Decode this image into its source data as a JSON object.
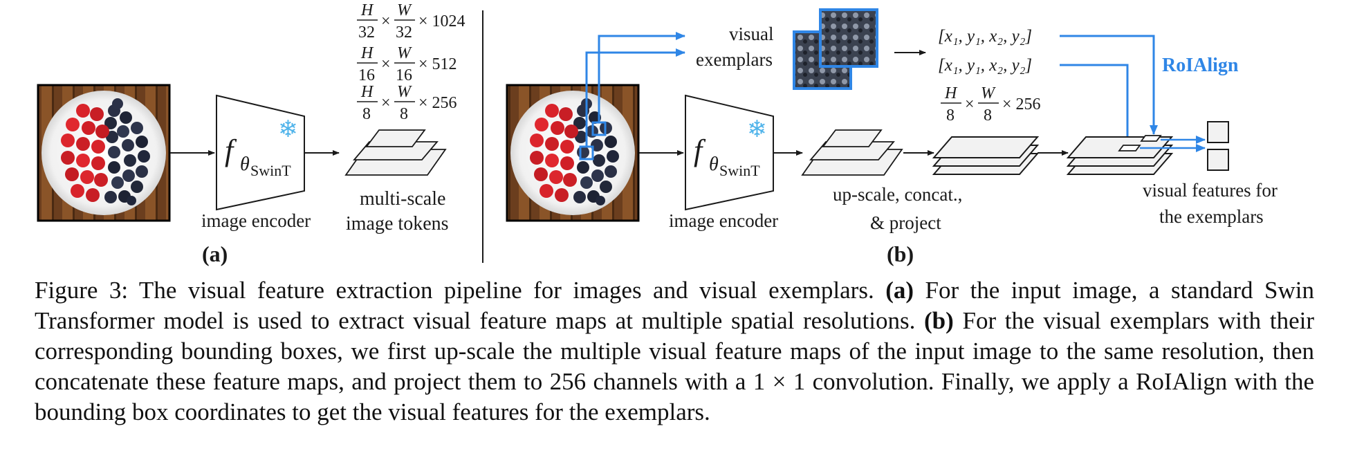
{
  "figure": {
    "panel_a": {
      "encoder_label": "image encoder",
      "func_main": "f",
      "func_sub": "θ",
      "func_subsub": "SwinT",
      "tokens_label_1": "multi-scale",
      "tokens_label_2": "image tokens",
      "scales": [
        {
          "h": "H",
          "hd": "32",
          "w": "W",
          "wd": "32",
          "ch": "× 1024"
        },
        {
          "h": "H",
          "hd": "16",
          "w": "W",
          "wd": "16",
          "ch": "× 512"
        },
        {
          "h": "H",
          "hd": "8",
          "w": "W",
          "wd": "8",
          "ch": "× 256"
        }
      ],
      "panel_label": "(a)"
    },
    "panel_b": {
      "visual_exemplars_1": "visual",
      "visual_exemplars_2": "exemplars",
      "bbox_1": "[x₁, y₁, x₂, y₂]",
      "bbox_2": "[x₁, y₁, x₂, y₂]",
      "roialign": "RoIAlign",
      "encoder_label": "image encoder",
      "func_main": "f",
      "func_sub": "θ",
      "func_subsub": "SwinT",
      "scale": {
        "h": "H",
        "hd": "8",
        "w": "W",
        "wd": "8",
        "ch": "× 256"
      },
      "upscale_1": "up-scale, concat.,",
      "upscale_2": "& project",
      "features_1": "visual features for",
      "features_2": "the exemplars",
      "panel_label": "(b)"
    },
    "colors": {
      "accent": "#2f86e6",
      "ink": "#1a1a1a"
    }
  },
  "caption": {
    "prefix": "Figure 3:",
    "text_1": " The visual feature extraction pipeline for images and visual exemplars. ",
    "bold_a": "(a)",
    "text_2": " For the input image, a standard Swin Transformer model is used to extract visual feature maps at multiple spatial resolutions. ",
    "bold_b": "(b)",
    "text_3": " For the visual exemplars with their corresponding bounding boxes, we first up-scale the multiple visual feature maps of the input image to the same resolution, then concatenate these feature maps, and project them to 256 channels with a 1 × 1 convolution. Finally, we apply a RoIAlign with the bounding box coordinates to get the visual features for the exemplars."
  }
}
